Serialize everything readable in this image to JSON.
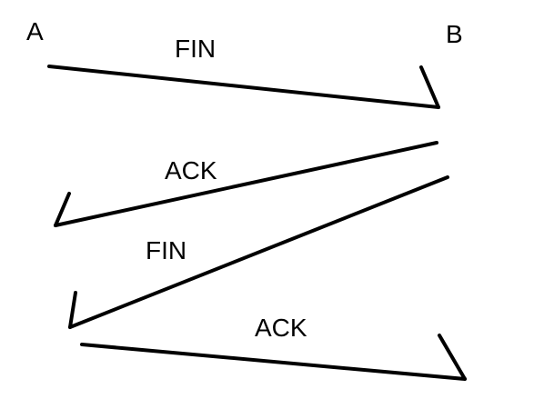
{
  "endpoints": {
    "left": "A",
    "right": "B"
  },
  "messages": [
    {
      "label": "FIN",
      "from": "A",
      "to": "B"
    },
    {
      "label": "ACK",
      "from": "B",
      "to": "A"
    },
    {
      "label": "FIN",
      "from": "B",
      "to": "A"
    },
    {
      "label": "ACK",
      "from": "A",
      "to": "B"
    }
  ],
  "colors": {
    "ink": "#000000",
    "background": "#ffffff"
  }
}
